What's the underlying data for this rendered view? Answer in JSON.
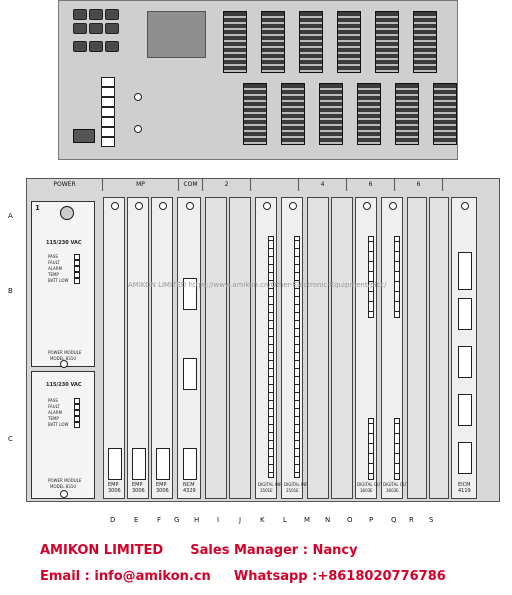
{
  "chassis": {
    "header_labels": [
      "POWER",
      "MP",
      "COM",
      "2",
      "4",
      "6",
      "6"
    ],
    "row_letters": [
      "A",
      "B",
      "C"
    ],
    "column_letters": [
      "D",
      "E",
      "F",
      "G",
      "H",
      "I",
      "J",
      "K",
      "L",
      "M",
      "N",
      "O",
      "P",
      "Q",
      "R",
      "S"
    ]
  },
  "power_module": {
    "slot_number": "1",
    "voltage": "115/230 VAC",
    "status_labels": [
      "PASS",
      "FAULT",
      "ALARM",
      "TEMP",
      "BATT LOW"
    ],
    "model_lines": [
      "POWER MODULE",
      "MODEL 8310"
    ]
  },
  "modules": {
    "emp": {
      "name": "EMP",
      "model": "3006"
    },
    "ncm": {
      "name": "NCM",
      "model": "4329"
    },
    "dim": {
      "name": "DIGITAL INPUT",
      "model": "3501E"
    },
    "dom": {
      "name": "DIGITAL OUTPUT",
      "model": "3603E"
    },
    "eicm": {
      "name": "EICM",
      "model": "4119"
    }
  },
  "watermark": "AMIKON LIMITED  https://www.amikon.cn/Other-Electronic-Equipment/plcc/",
  "contact": {
    "company": "AMIKON LIMITED",
    "manager": "Sales Manager : Nancy",
    "email": "Email : info@amikon.cn",
    "whatsapp": "Whatsapp :+8618020776786"
  }
}
